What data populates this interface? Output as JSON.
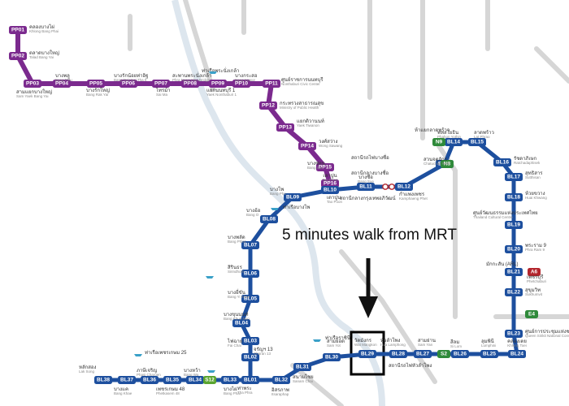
{
  "colors": {
    "purple_line": "#7b2a8e",
    "blue_line": "#1d4f9e",
    "green_line": "#2f8a3a",
    "river": "#dde6ee",
    "grey_line": "#cfcfcf",
    "interchange_red": "#b3262d",
    "highlight_box": "#000000",
    "arrow": "#111111"
  },
  "annotation": {
    "text": "5 minutes walk from MRT"
  },
  "purple_stations": [
    {
      "code": "PP01",
      "name": "คลองบางไผ่",
      "en": "Khlong Bang Phai"
    },
    {
      "code": "PP02",
      "name": "ตลาดบางใหญ่",
      "en": "Talad Bang Yai"
    },
    {
      "code": "PP03",
      "name": "สามแยกบางใหญ่",
      "en": "Sam Yaek Bang Yai"
    },
    {
      "code": "PP04",
      "name": "บางพลู",
      "en": "Bang Phlu"
    },
    {
      "code": "PP05",
      "name": "บางรักใหญ่",
      "en": "Bang Rak Yai"
    },
    {
      "code": "PP06",
      "name": "บางรักน้อยท่าอิฐ",
      "en": "Bang Rak Noi Tha It"
    },
    {
      "code": "PP07",
      "name": "ไทรม้า",
      "en": "Sai Ma"
    },
    {
      "code": "PP08",
      "name": "สะพานพระนั่งเกล้า",
      "en": "Phra Nang Klao Bridge"
    },
    {
      "code": "PP09",
      "name": "แยกนนทบุรี 1",
      "en": "Yaek Nonthaburi 1"
    },
    {
      "code": "PP10",
      "name": "บางกระสอ",
      "en": "Bang Krasor"
    },
    {
      "code": "PP11",
      "name": "ศูนย์ราชการนนทบุรี",
      "en": "Nonthaburi Civic Center"
    },
    {
      "code": "PP12",
      "name": "กระทรวงสาธารณสุข",
      "en": "Ministry of Public Health"
    },
    {
      "code": "PP13",
      "name": "แยกติวานนท์",
      "en": "Yaek Tiwanon"
    },
    {
      "code": "PP14",
      "name": "วงศ์สว่าง",
      "en": "Wong Sawang"
    },
    {
      "code": "PP15",
      "name": "บางซ่อน",
      "en": "Bang Son"
    },
    {
      "code": "PP16",
      "name": "เตาปูน",
      "en": "Tao Poon"
    }
  ],
  "blue_stations": [
    {
      "code": "BL01",
      "name": "ท่าพระ",
      "en": "Tha Phra"
    },
    {
      "code": "BL02",
      "name": "จรัญฯ 13",
      "en": "Charan 13"
    },
    {
      "code": "BL03",
      "name": "ไฟฉาย",
      "en": "Fai Chai"
    },
    {
      "code": "BL04",
      "name": "บางขุนนนท์",
      "en": "Bang Khun Non"
    },
    {
      "code": "BL05",
      "name": "บางยี่ขัน",
      "en": "Bang Yi Khan"
    },
    {
      "code": "BL06",
      "name": "สิรินธร",
      "en": "Sirindhorn"
    },
    {
      "code": "BL07",
      "name": "บางพลัด",
      "en": "Bang Phlat"
    },
    {
      "code": "BL08",
      "name": "บางอ้อ",
      "en": "Bang O"
    },
    {
      "code": "BL09",
      "name": "บางโพ",
      "en": "Bang Pho"
    },
    {
      "code": "BL10",
      "name": "เตาปูน",
      "en": "Tao Poon"
    },
    {
      "code": "BL11",
      "name": "บางซื่อ",
      "en": "Bang Sue"
    },
    {
      "code": "BL12",
      "name": "กำแพงเพชร",
      "en": "Kamphaeng Phet"
    },
    {
      "code": "BL13",
      "name": "สวนจตุจักร",
      "en": "Chatuchak Park"
    },
    {
      "code": "BL14",
      "name": "พหลโยธิน",
      "en": "Phahon Yothin"
    },
    {
      "code": "BL15",
      "name": "ลาดพร้าว",
      "en": "Lat Phrao"
    },
    {
      "code": "BL16",
      "name": "รัชดาภิเษก",
      "en": "Ratchadaphisek"
    },
    {
      "code": "BL17",
      "name": "สุทธิสาร",
      "en": "Sutthisan"
    },
    {
      "code": "BL18",
      "name": "ห้วยขวาง",
      "en": "Huai Khwang"
    },
    {
      "code": "BL19",
      "name": "ศูนย์วัฒนธรรมแห่งประเทศไทย",
      "en": "Thailand Cultural Centre"
    },
    {
      "code": "BL20",
      "name": "พระราม 9",
      "en": "Phra Ram 9"
    },
    {
      "code": "BL21",
      "name": "เพชรบุรี",
      "en": "Phetchaburi"
    },
    {
      "code": "BL22",
      "name": "สุขุมวิท",
      "en": "Sukhumvit"
    },
    {
      "code": "BL23",
      "name": "ศูนย์การประชุมแห่งชาติสิริกิติ์",
      "en": "Queen Sirikit National Convention Centre"
    },
    {
      "code": "BL24",
      "name": "คลองเตย",
      "en": "Khlong Toei"
    },
    {
      "code": "BL25",
      "name": "ลุมพินี",
      "en": "Lumphini"
    },
    {
      "code": "BL26",
      "name": "สีลม",
      "en": "Si Lom"
    },
    {
      "code": "BL27",
      "name": "สามย่าน",
      "en": "Sam Yan"
    },
    {
      "code": "BL28",
      "name": "หัวลำโพง",
      "en": "Hua Lamphong"
    },
    {
      "code": "BL29",
      "name": "วัดมังกร",
      "en": "Wat Mangkon"
    },
    {
      "code": "BL30",
      "name": "สามยอด",
      "en": "Sam Yot"
    },
    {
      "code": "BL31",
      "name": "สนามไชย",
      "en": "Sanam Chai"
    },
    {
      "code": "BL32",
      "name": "อิสรภาพ",
      "en": "Itsaraphap"
    },
    {
      "code": "BL33",
      "name": "บางไผ่",
      "en": "Bang Phai"
    },
    {
      "code": "BL34",
      "name": "บางหว้า",
      "en": "Bang Wa"
    },
    {
      "code": "BL35",
      "name": "เพชรเกษม 48",
      "en": "Phetkasem 48"
    },
    {
      "code": "BL36",
      "name": "ภาษีเจริญ",
      "en": "Phasi Charoen"
    },
    {
      "code": "BL37",
      "name": "บางแค",
      "en": "Bang Khae"
    },
    {
      "code": "BL38",
      "name": "หลักสอง",
      "en": "Lak Song"
    }
  ],
  "other_codes": {
    "n9": "N9",
    "n8": "N8",
    "s2": "S2",
    "s12": "S12",
    "e4": "E4",
    "a6": "A6"
  },
  "extra_labels": {
    "bang_sue_grand": "สถานีกลางบางซื่อ",
    "bang_sue_rail": "สถานีรถไฟบางซื่อ",
    "krung_thep_aphiwat": "สถานีกลางกรุงเทพอภิวัฒน์",
    "ha_yaek_lat_phrao": "ห้าแยกลาดพร้าว",
    "makkasan": "มักกะสัน (ARL)",
    "hua_lamphong_rail": "สถานีรถไฟหัวลำโพง",
    "tha_ruea_phra_nang_klao": "ท่าเรือพระนั่งเกล้า",
    "tha_ruea_bang_pho": "ท่าเรือบางโพ",
    "tha_ruea_sanam_chai": "ท่าเรือราชินี",
    "tha_ruea_phetkasem": "ท่าเรือเพชรเกษม 25"
  }
}
